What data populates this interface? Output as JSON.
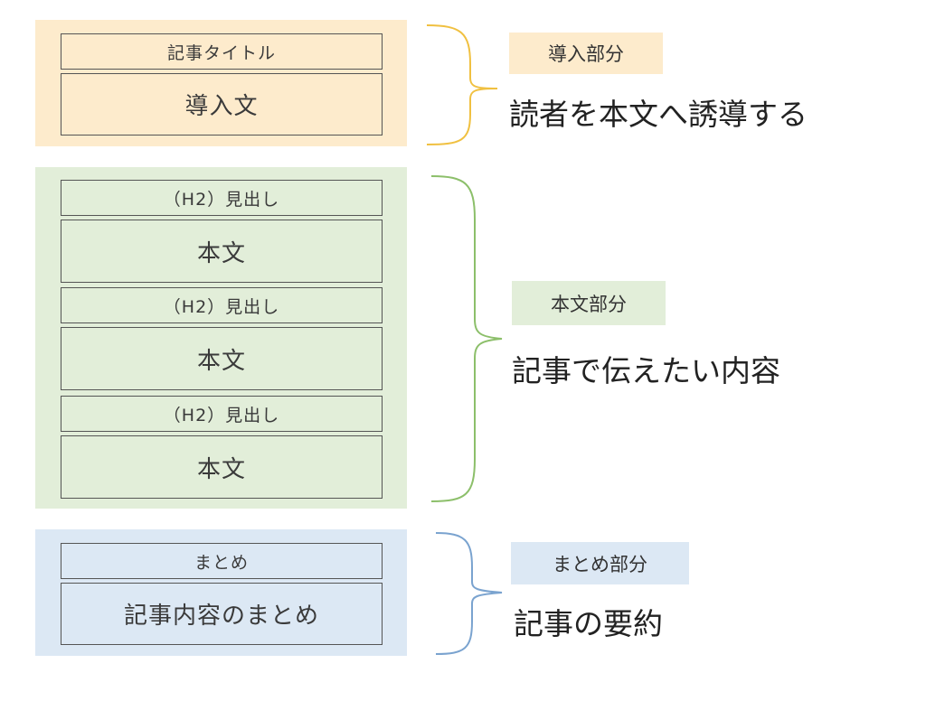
{
  "sections": {
    "intro": {
      "color": "#fdebcc",
      "brace_color": "#f0c040",
      "tag_color": "#fdebcc",
      "boxes": [
        "記事タイトル",
        "導入文"
      ],
      "tag": "導入部分",
      "caption": "読者を本文へ誘導する"
    },
    "body": {
      "color": "#e2eed9",
      "brace_color": "#8cbf6a",
      "tag_color": "#e2eed9",
      "boxes": [
        "（H2）見出し",
        "本文",
        "（H2）見出し",
        "本文",
        "（H2）見出し",
        "本文"
      ],
      "tag": "本文部分",
      "caption": "記事で伝えたい内容"
    },
    "summary": {
      "color": "#dce8f4",
      "brace_color": "#7aa3cf",
      "tag_color": "#dce8f4",
      "boxes": [
        "まとめ",
        "記事内容のまとめ"
      ],
      "tag": "まとめ部分",
      "caption": "記事の要約"
    }
  }
}
